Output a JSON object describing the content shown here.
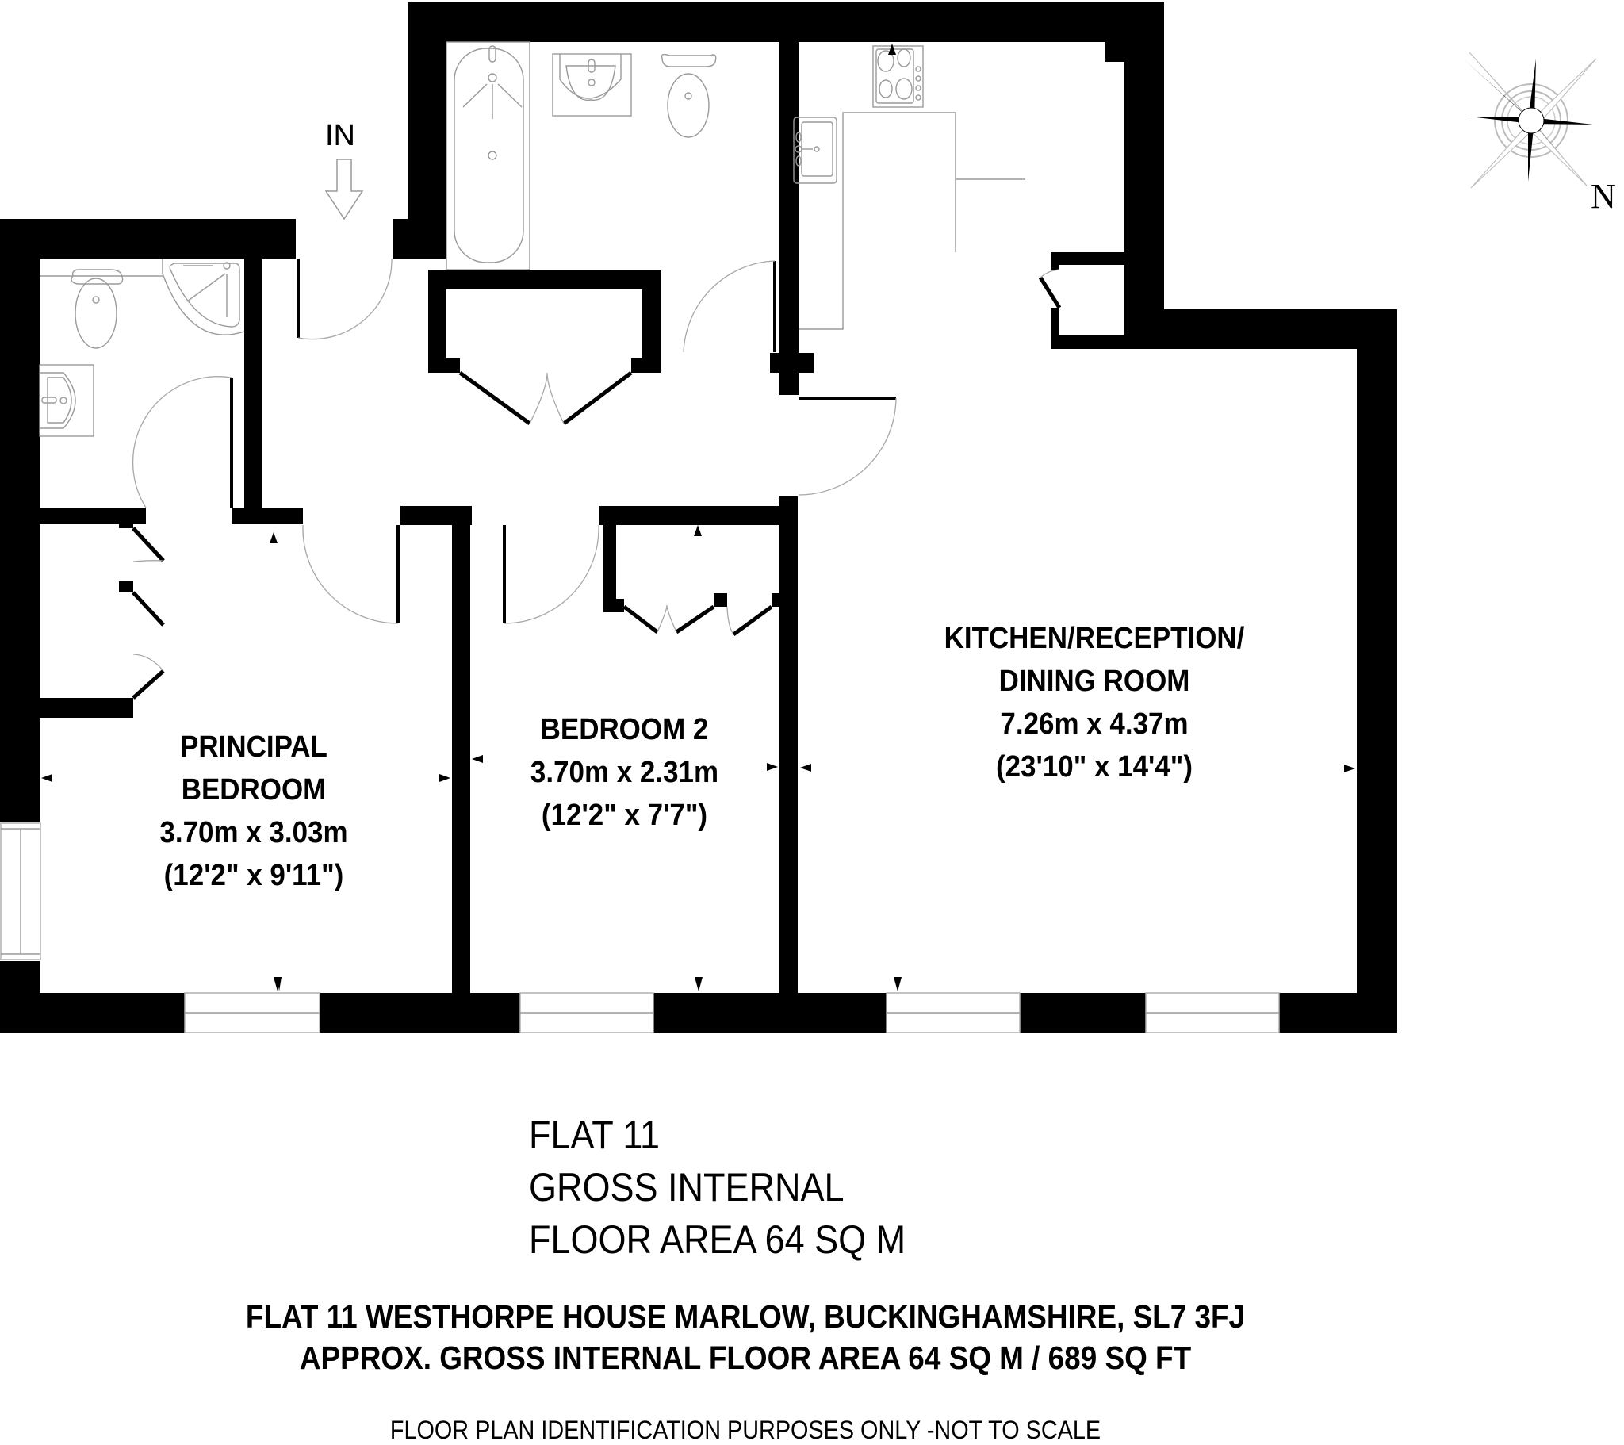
{
  "entrance": {
    "label": "IN",
    "arrow_icon": "down-arrow-icon"
  },
  "compass": {
    "north_label": "N",
    "icon": "compass-rose-icon"
  },
  "rooms": [
    {
      "id": "principal-bedroom",
      "name_lines": [
        "PRINCIPAL",
        "BEDROOM"
      ],
      "metric": "3.70m x 3.03m",
      "imperial": "(12'2\" x 9'11\")"
    },
    {
      "id": "bedroom-2",
      "name_lines": [
        "BEDROOM 2"
      ],
      "metric": "3.70m x 2.31m",
      "imperial": "(12'2\" x 7'7\")"
    },
    {
      "id": "kitchen-reception-dining",
      "name_lines": [
        "KITCHEN/RECEPTION/",
        "DINING ROOM"
      ],
      "metric": "7.26m x 4.37m",
      "imperial": "(23'10\" x 14'4\")"
    }
  ],
  "unlabeled_spaces": [
    "en-suite shower room",
    "bathroom",
    "entrance hall",
    "storage cupboards",
    "wardrobes"
  ],
  "summary": {
    "line1": "FLAT 11",
    "line2": "GROSS INTERNAL",
    "line3": "FLOOR AREA 64 SQ M"
  },
  "footer": {
    "address": "FLAT 11 WESTHORPE HOUSE MARLOW, BUCKINGHAMSHIRE, SL7 3FJ",
    "area": "APPROX. GROSS INTERNAL FLOOR AREA 64 SQ M / 689 SQ FT",
    "disclaimer": "FLOOR PLAN IDENTIFICATION PURPOSES ONLY -NOT TO SCALE"
  },
  "colors": {
    "wall": "#000000",
    "fixture_line": "#9a9a9a",
    "background": "#ffffff"
  }
}
